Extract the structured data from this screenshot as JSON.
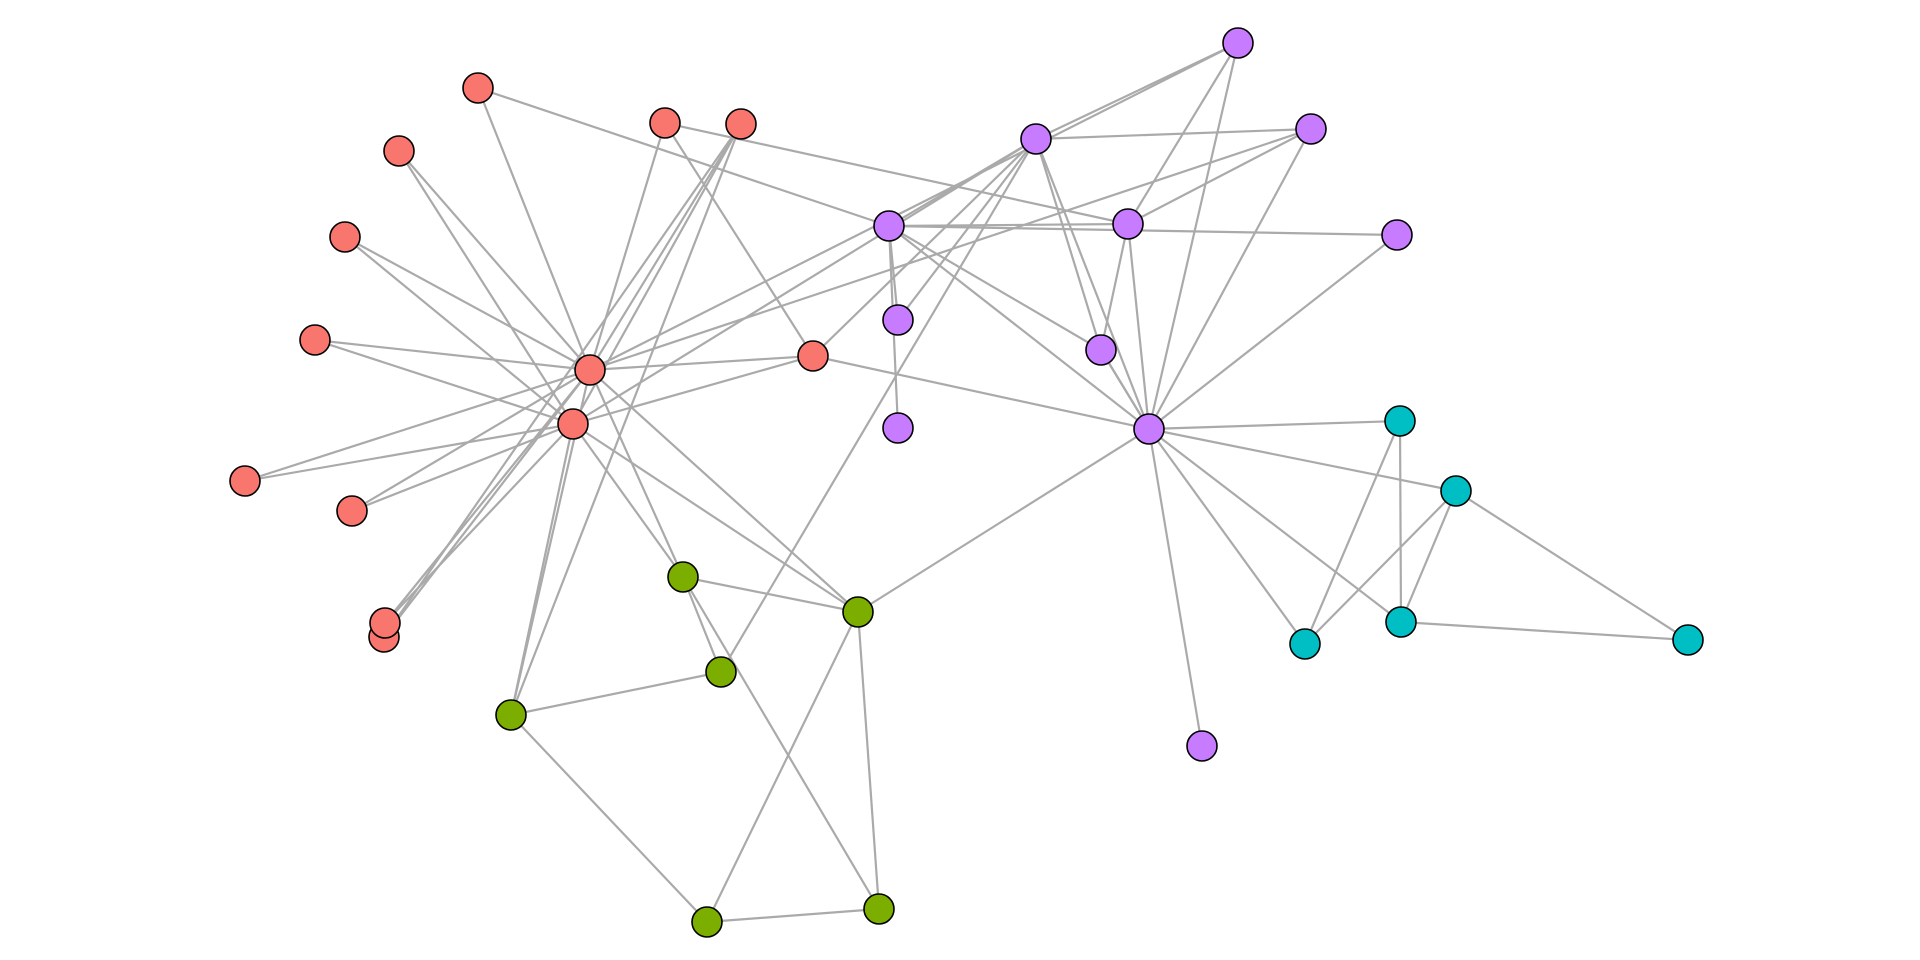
{
  "groups": [
    {
      "id": "red",
      "color": "#F8766D"
    },
    {
      "id": "green",
      "color": "#7CAE00"
    },
    {
      "id": "teal",
      "color": "#00BFC4"
    },
    {
      "id": "purple",
      "color": "#C77CFF"
    }
  ],
  "nodes": [
    {
      "id": "r-hub-1",
      "group": "red"
    },
    {
      "id": "r-hub-2",
      "group": "red"
    },
    {
      "id": "r-a",
      "group": "red"
    },
    {
      "id": "r-b",
      "group": "red"
    },
    {
      "id": "r-c",
      "group": "red"
    },
    {
      "id": "r-d",
      "group": "red"
    },
    {
      "id": "r-e",
      "group": "red"
    },
    {
      "id": "r-f",
      "group": "red"
    },
    {
      "id": "r-g",
      "group": "red"
    },
    {
      "id": "r-h",
      "group": "red"
    },
    {
      "id": "r-i",
      "group": "red"
    },
    {
      "id": "r-j",
      "group": "red"
    },
    {
      "id": "r-k",
      "group": "red"
    },
    {
      "id": "g-a",
      "group": "green"
    },
    {
      "id": "g-b",
      "group": "green"
    },
    {
      "id": "g-c",
      "group": "green"
    },
    {
      "id": "g-d",
      "group": "green"
    },
    {
      "id": "g-e",
      "group": "green"
    },
    {
      "id": "g-f",
      "group": "green"
    },
    {
      "id": "p-hub",
      "group": "purple"
    },
    {
      "id": "p-top",
      "group": "purple"
    },
    {
      "id": "p-a",
      "group": "purple"
    },
    {
      "id": "p-b",
      "group": "purple"
    },
    {
      "id": "p-c",
      "group": "purple"
    },
    {
      "id": "p-d",
      "group": "purple"
    },
    {
      "id": "p-e",
      "group": "purple"
    },
    {
      "id": "p-f",
      "group": "purple"
    },
    {
      "id": "p-g",
      "group": "purple"
    },
    {
      "id": "p-h",
      "group": "purple"
    },
    {
      "id": "p-i",
      "group": "purple"
    },
    {
      "id": "p-j",
      "group": "purple"
    },
    {
      "id": "t-a",
      "group": "teal"
    },
    {
      "id": "t-b",
      "group": "teal"
    },
    {
      "id": "t-c",
      "group": "teal"
    },
    {
      "id": "t-d",
      "group": "teal"
    },
    {
      "id": "t-e",
      "group": "teal"
    }
  ],
  "edges": [
    [
      "r-hub-1",
      "r-a"
    ],
    [
      "r-hub-1",
      "r-b"
    ],
    [
      "r-hub-1",
      "r-c"
    ],
    [
      "r-hub-1",
      "r-d"
    ],
    [
      "r-hub-1",
      "r-e"
    ],
    [
      "r-hub-1",
      "r-f"
    ],
    [
      "r-hub-1",
      "r-g"
    ],
    [
      "r-hub-1",
      "r-h"
    ],
    [
      "r-hub-1",
      "r-i"
    ],
    [
      "r-hub-1",
      "r-j"
    ],
    [
      "r-hub-1",
      "r-k"
    ],
    [
      "r-hub-1",
      "g-a"
    ],
    [
      "r-hub-1",
      "g-b"
    ],
    [
      "r-hub-1",
      "g-c"
    ],
    [
      "r-hub-1",
      "p-a"
    ],
    [
      "r-hub-1",
      "p-c"
    ],
    [
      "r-hub-2",
      "r-b"
    ],
    [
      "r-hub-2",
      "r-c"
    ],
    [
      "r-hub-2",
      "r-d"
    ],
    [
      "r-hub-2",
      "r-e"
    ],
    [
      "r-hub-2",
      "r-h"
    ],
    [
      "r-hub-2",
      "r-i"
    ],
    [
      "r-hub-2",
      "r-k"
    ],
    [
      "r-hub-2",
      "r-j"
    ],
    [
      "r-hub-2",
      "g-a"
    ],
    [
      "r-hub-2",
      "g-b"
    ],
    [
      "r-hub-2",
      "g-c"
    ],
    [
      "r-hub-2",
      "p-top"
    ],
    [
      "r-a",
      "p-b"
    ],
    [
      "r-k",
      "r-g"
    ],
    [
      "r-k",
      "g-a"
    ],
    [
      "r-f",
      "p-d"
    ],
    [
      "r-f",
      "r-j"
    ],
    [
      "r-j",
      "p-top"
    ],
    [
      "r-j",
      "p-hub"
    ],
    [
      "g-a",
      "g-d"
    ],
    [
      "g-a",
      "g-e"
    ],
    [
      "g-d",
      "g-b"
    ],
    [
      "g-d",
      "p-top"
    ],
    [
      "g-b",
      "g-c"
    ],
    [
      "g-b",
      "g-f"
    ],
    [
      "g-c",
      "p-hub"
    ],
    [
      "g-c",
      "g-e"
    ],
    [
      "g-c",
      "g-f"
    ],
    [
      "g-e",
      "g-f"
    ],
    [
      "p-top",
      "p-hub"
    ],
    [
      "p-top",
      "p-c"
    ],
    [
      "p-top",
      "p-b"
    ],
    [
      "p-top",
      "p-e"
    ],
    [
      "p-top",
      "p-i"
    ],
    [
      "p-top",
      "p-a"
    ],
    [
      "p-b",
      "p-e"
    ],
    [
      "p-b",
      "p-g"
    ],
    [
      "p-b",
      "p-hub"
    ],
    [
      "p-b",
      "p-d"
    ],
    [
      "p-b",
      "p-f"
    ],
    [
      "p-b",
      "p-i"
    ],
    [
      "p-c",
      "p-hub"
    ],
    [
      "p-c",
      "p-d"
    ],
    [
      "p-d",
      "p-a"
    ],
    [
      "p-d",
      "p-hub"
    ],
    [
      "p-d",
      "p-i"
    ],
    [
      "p-i",
      "p-hub"
    ],
    [
      "p-hub",
      "p-a"
    ],
    [
      "p-hub",
      "p-f"
    ],
    [
      "p-hub",
      "p-h"
    ],
    [
      "p-hub",
      "p-j"
    ],
    [
      "p-hub",
      "t-a"
    ],
    [
      "p-hub",
      "t-b"
    ],
    [
      "p-hub",
      "t-c"
    ],
    [
      "p-hub",
      "t-d"
    ],
    [
      "t-a",
      "t-d"
    ],
    [
      "t-a",
      "t-c"
    ],
    [
      "t-b",
      "t-c"
    ],
    [
      "t-b",
      "t-d"
    ],
    [
      "t-b",
      "t-e"
    ],
    [
      "t-d",
      "t-e"
    ]
  ]
}
